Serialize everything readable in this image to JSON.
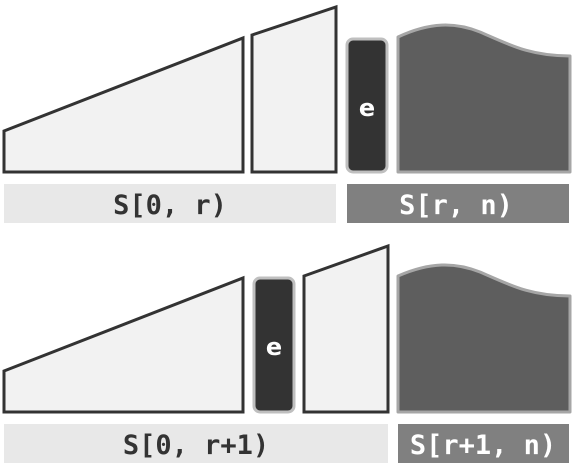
{
  "colors": {
    "light_fill": "#f2f2f2",
    "outline": "#333333",
    "element_fill": "#333333",
    "element_outline": "#bfbfbf",
    "dark_shape_fill": "#5e5e5e",
    "dark_shape_outline": "#a6a6a6",
    "label_bar_light": "#e8e8e8",
    "label_bar_dark": "#808080",
    "text_dark": "#333333",
    "text_light": "#ffffff"
  },
  "top_row": {
    "element_label": "e",
    "prefix_label": "S[0, r)",
    "suffix_label": "S[r, n)"
  },
  "bottom_row": {
    "element_label": "e",
    "prefix_label": "S[0, r+1)",
    "suffix_label": "S[r+1, n)"
  }
}
